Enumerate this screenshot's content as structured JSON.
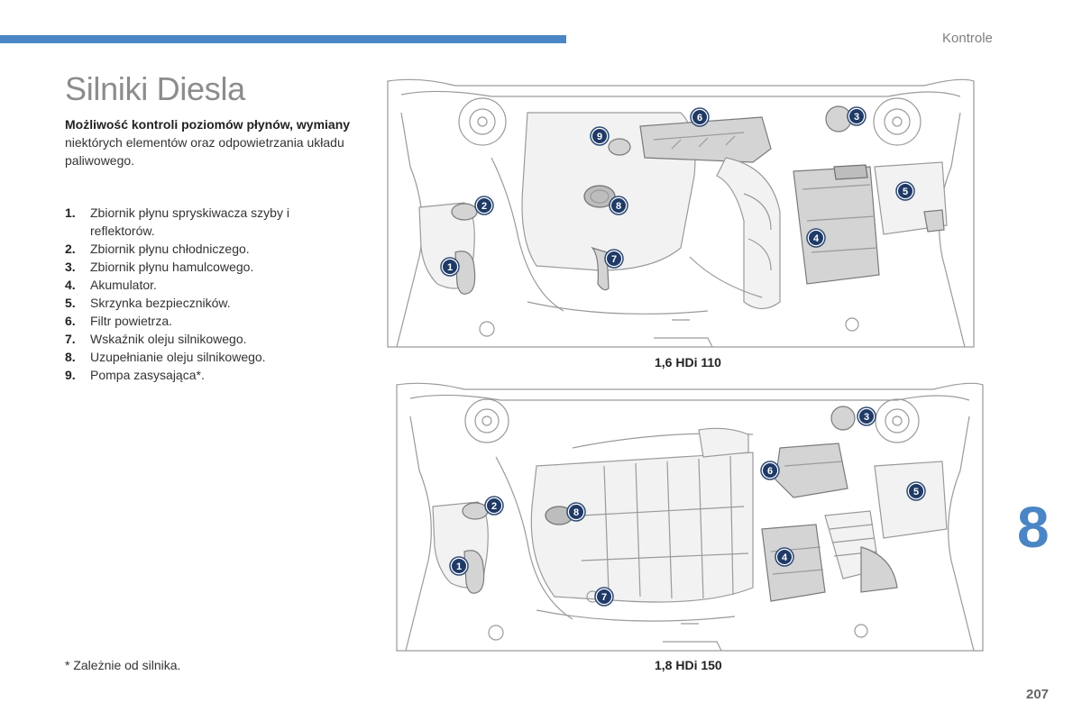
{
  "header": {
    "section": "Kontrole"
  },
  "page": {
    "title": "Silniki Diesla",
    "number": "207",
    "chapter": "8"
  },
  "intro": {
    "bold": "Możliwość kontroli poziomów płynów, wymiany",
    "rest": " niektórych elementów oraz odpowietrzania układu paliwowego."
  },
  "items": [
    {
      "num": "1.",
      "text": "Zbiornik płynu spryskiwacza szyby i reflektorów."
    },
    {
      "num": "2.",
      "text": "Zbiornik płynu chłodniczego."
    },
    {
      "num": "3.",
      "text": "Zbiornik płynu hamulcowego."
    },
    {
      "num": "4.",
      "text": "Akumulator."
    },
    {
      "num": "5.",
      "text": "Skrzynka bezpieczników."
    },
    {
      "num": "6.",
      "text": "Filtr powietrza."
    },
    {
      "num": "7.",
      "text": "Wskaźnik oleju silnikowego."
    },
    {
      "num": "8.",
      "text": "Uzupełnianie oleju silnikowego."
    },
    {
      "num": "9.",
      "text": "Pompa zasysająca*."
    }
  ],
  "footnote": "* Zależnie od silnika.",
  "figures": [
    {
      "caption": "1,6 HDi 110",
      "badges": [
        "1",
        "2",
        "3",
        "4",
        "5",
        "6",
        "7",
        "8",
        "9"
      ]
    },
    {
      "caption": "1,8 HDi 150",
      "badges": [
        "1",
        "2",
        "3",
        "4",
        "5",
        "6",
        "7",
        "8"
      ]
    }
  ],
  "colors": {
    "accent": "#4a86c5",
    "badge": "#1f3a66"
  }
}
